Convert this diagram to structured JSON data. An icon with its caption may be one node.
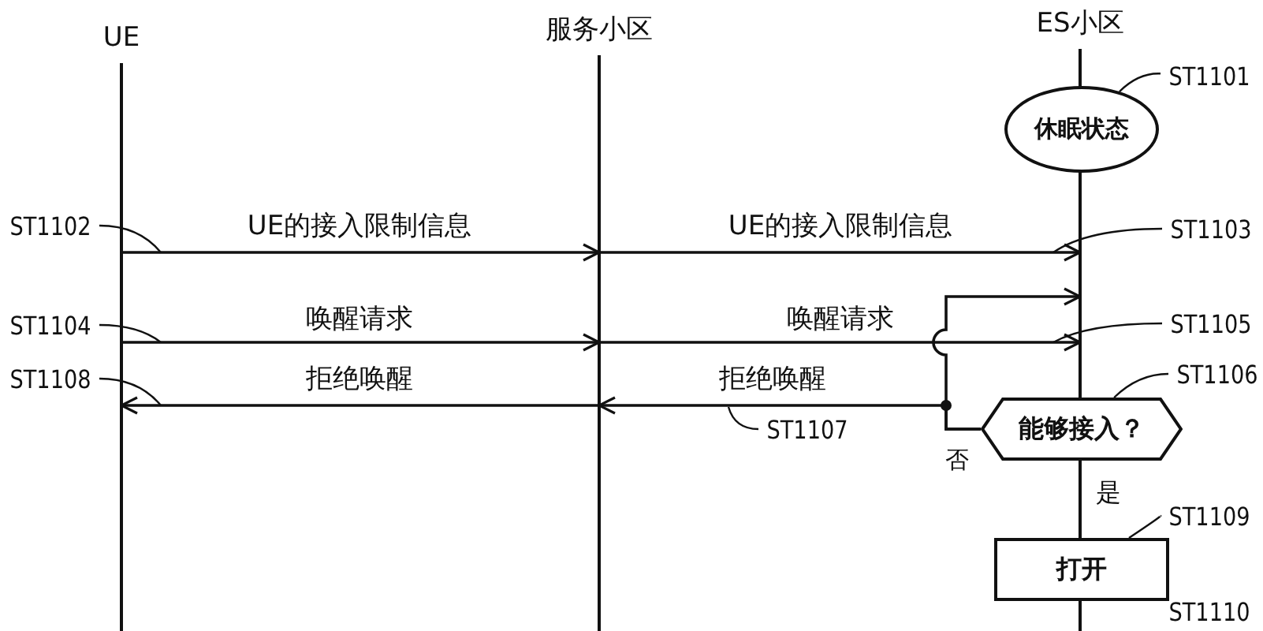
{
  "diagram": {
    "nodes": [
      {
        "text": [
          "UE"
        ]
      },
      {
        "text": [
          "服务小区"
        ]
      },
      {
        "text": [
          "ES小区"
        ]
      },
      {
        "text": [
          "休眠状态"
        ]
      },
      {
        "text": [
          "能够接入？"
        ]
      },
      {
        "text": [
          "打开"
        ]
      },
      {
        "text": [
          "ST1101"
        ]
      },
      {
        "text": [
          "ST1102"
        ]
      },
      {
        "text": [
          "ST1103"
        ]
      },
      {
        "text": [
          "ST1104"
        ]
      },
      {
        "text": [
          "ST1105"
        ]
      },
      {
        "text": [
          "ST1106"
        ]
      },
      {
        "text": [
          "ST1108"
        ]
      },
      {
        "text": [
          "ST1107"
        ]
      },
      {
        "text": [
          "ST1109"
        ]
      }
    ],
    "edges": [
      {
        "from": 0,
        "to": 1,
        "arrow": "to",
        "label": "UE的接入限制信息"
      },
      {
        "from": 1,
        "to": 2,
        "arrow": "to",
        "label": "UE的接入限制信息"
      },
      {
        "from": 0,
        "to": 1,
        "arrow": "to",
        "label": "唤醒请求"
      },
      {
        "from": 1,
        "to": 2,
        "arrow": "to",
        "label": "唤醒请求"
      },
      {
        "from": 4,
        "to": 2,
        "arrow": "to"
      },
      {
        "from": 4,
        "to": 1,
        "arrow": "to",
        "label": "拒绝唤醒"
      },
      {
        "from": 1,
        "to": 0,
        "arrow": "to",
        "label": "拒绝唤醒"
      },
      {
        "from": 6,
        "to": 3,
        "arrow": "none"
      },
      {
        "from": 7,
        "to": 0,
        "arrow": "none"
      },
      {
        "from": 8,
        "to": 2,
        "arrow": "none"
      },
      {
        "from": 9,
        "to": 0,
        "arrow": "none"
      },
      {
        "from": 10,
        "to": 2,
        "arrow": "none"
      },
      {
        "from": 11,
        "to": 4,
        "arrow": "none"
      },
      {
        "from": 12,
        "to": 0,
        "arrow": "none"
      },
      {
        "from": 13,
        "to": null,
        "arrow": "none"
      },
      {
        "from": 14,
        "to": 5,
        "arrow": "none"
      }
    ],
    "labels": [
      "否",
      "是",
      "ST1110"
    ]
  }
}
